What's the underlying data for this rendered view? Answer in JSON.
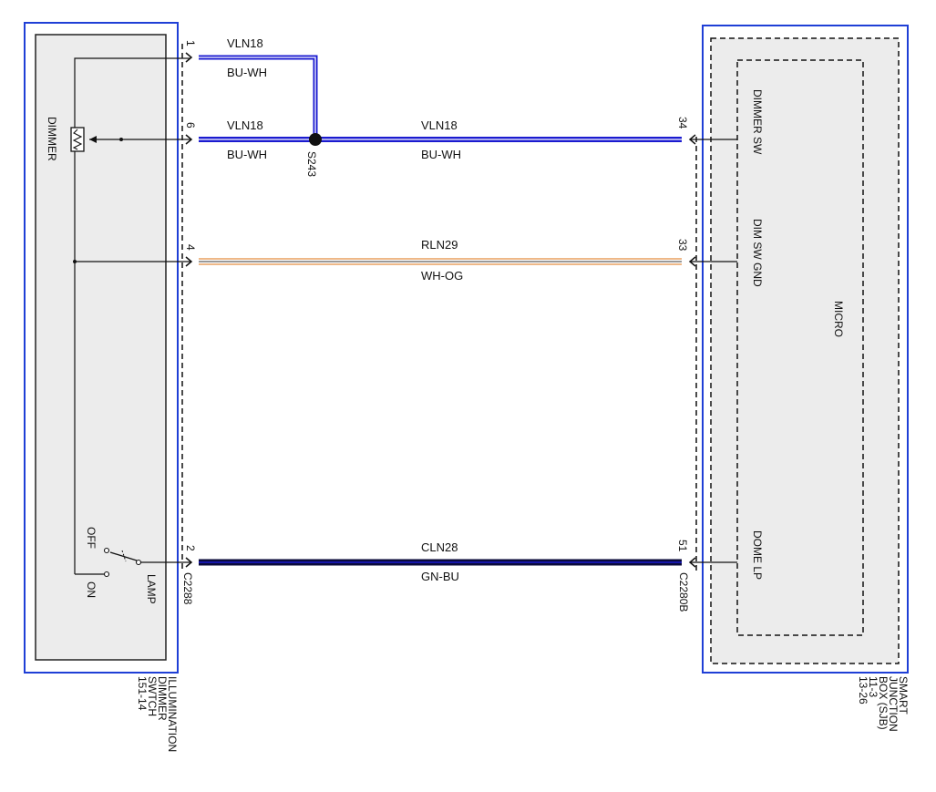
{
  "left_module": {
    "name_lines": [
      "ILLUMINATION",
      "DIMMER",
      "SWTCH",
      "151-14"
    ],
    "dimmer_label": "DIMMER",
    "off_label": "OFF",
    "on_label": "ON",
    "lamp_label": "LAMP",
    "connector": "C2288"
  },
  "right_module": {
    "name_lines": [
      "SMART",
      "JUNCTION",
      "BOX (SJB)",
      "11-3",
      "13-26"
    ],
    "inner_label": "MICRO",
    "connector": "C2280B"
  },
  "splice": {
    "label": "S243"
  },
  "circuits": [
    {
      "id": "c1",
      "pin_left": "1",
      "circuit": "VLN18",
      "color": "BU-WH",
      "pin_right": "",
      "function": ""
    },
    {
      "id": "c6",
      "pin_left": "6",
      "circuit": "VLN18",
      "color": "BU-WH",
      "pin_right": "",
      "function": ""
    },
    {
      "id": "c6r",
      "pin_left": "",
      "circuit": "VLN18",
      "color": "BU-WH",
      "pin_right": "34",
      "function": "DIMMER SW"
    },
    {
      "id": "c4",
      "pin_left": "4",
      "circuit": "RLN29",
      "color": "WH-OG",
      "pin_right": "33",
      "function": "DIM SW GND"
    },
    {
      "id": "c2",
      "pin_left": "2",
      "circuit": "CLN28",
      "color": "GN-BU",
      "pin_right": "51",
      "function": "DOME LP"
    }
  ],
  "colors": {
    "module_border": "#1f3fd6",
    "module_fill": "#ececec",
    "wire_blue": "#1b1bd0",
    "wire_white": "#ffffff",
    "wire_orange": "#e8a060",
    "wire_dark": "#0a0a3a"
  }
}
